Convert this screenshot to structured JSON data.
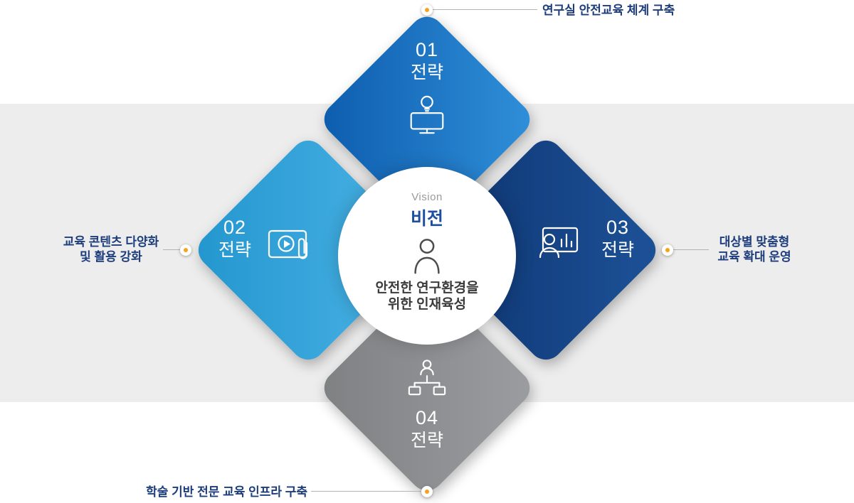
{
  "vision": {
    "eyebrow": "Vision",
    "title": "비전",
    "description": [
      "안전한 연구환경을",
      "위한 인재육성"
    ],
    "icon": "person-icon"
  },
  "strategies": [
    {
      "number": "01",
      "label": "전략",
      "icon": "monitor-lightbulb-icon",
      "callout": [
        "연구실 안전교육 체계 구축"
      ],
      "color_start": "#0d5cad",
      "color_end": "#3090da"
    },
    {
      "number": "02",
      "label": "전략",
      "icon": "video-content-icon",
      "callout": [
        "교육 콘텐츠 다양화",
        "및 활용 강화"
      ],
      "color_start": "#2396cf",
      "color_end": "#4cb4e6"
    },
    {
      "number": "03",
      "label": "전략",
      "icon": "audience-chart-icon",
      "callout": [
        "대상별 맞춤형",
        "교육 확대 운영"
      ],
      "color_start": "#0d3470",
      "color_end": "#1d5298"
    },
    {
      "number": "04",
      "label": "전략",
      "icon": "org-chart-icon",
      "callout": [
        "학술 기반 전문 교육 인프라 구축"
      ],
      "color_start": "#7e8082",
      "color_end": "#9b9da0"
    }
  ],
  "colors": {
    "band_background": "#ededee",
    "callout_text": "#1d3d7c",
    "accent_dot": "#f6a21d",
    "vision_title": "#1e4ea0"
  }
}
